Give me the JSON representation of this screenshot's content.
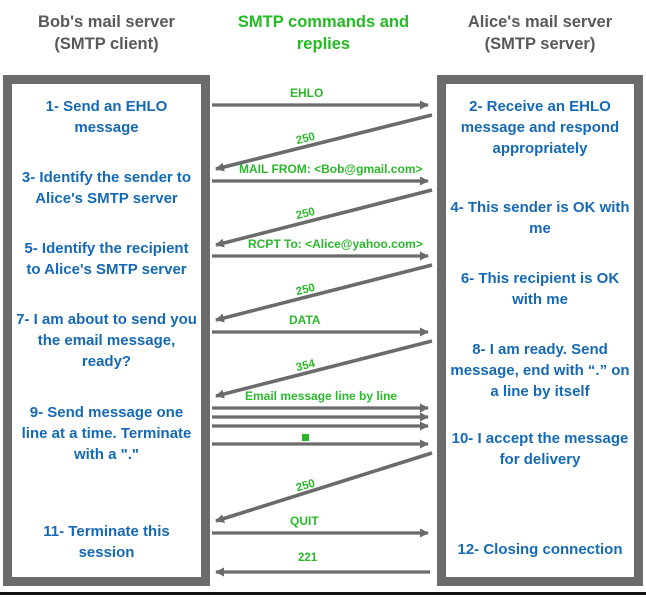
{
  "columns": {
    "left_title": "Bob's mail server\n(SMTP client)",
    "left_title_line1": "Bob's mail server",
    "left_title_line2": "(SMTP client)",
    "center_title_line1": "SMTP commands and",
    "center_title_line2": "replies",
    "right_title_line1": "Alice's mail server",
    "right_title_line2": "(SMTP server)"
  },
  "colors": {
    "blue_text": "#1569b5",
    "green_text": "#2cb82c",
    "gray_border": "#6b6b6b",
    "gray_arrow": "#6b6b6b",
    "title_gray": "#595959"
  },
  "client_steps": [
    {
      "id": "step-1",
      "text": "1- Send an EHLO message"
    },
    {
      "id": "step-3",
      "text": "3- Identify the sender to Alice's SMTP server"
    },
    {
      "id": "step-5",
      "text": "5- Identify\nthe recipient to Alice's SMTP server"
    },
    {
      "id": "step-7",
      "text": "7- I am about to send you the email message, ready?"
    },
    {
      "id": "step-9",
      "text": "9- Send message one line at a time. Terminate with a \".\""
    },
    {
      "id": "step-11",
      "text": "11- Terminate this session"
    }
  ],
  "server_steps": [
    {
      "id": "step-2",
      "text": "2- Receive an EHLO message and respond appropriately"
    },
    {
      "id": "step-4",
      "text": "4- This sender is OK with me"
    },
    {
      "id": "step-6",
      "text": "6- This recipient is OK with me"
    },
    {
      "id": "step-8",
      "text": "8-  I am ready. Send message, end with “.” on a line by itself"
    },
    {
      "id": "step-10",
      "text": "10-  I accept the message for delivery"
    },
    {
      "id": "step-12",
      "text": "12-  Closing connection"
    }
  ],
  "messages": [
    {
      "id": "msg-ehlo",
      "label": "EHLO",
      "direction": "client-to-server"
    },
    {
      "id": "reply-250-a",
      "label": "250",
      "direction": "server-to-client"
    },
    {
      "id": "msg-mailfrom",
      "label": "MAIL FROM: <Bob@gmail.com>",
      "direction": "client-to-server"
    },
    {
      "id": "reply-250-b",
      "label": "250",
      "direction": "server-to-client"
    },
    {
      "id": "msg-rcptto",
      "label": "RCPT To: <Alice@yahoo.com>",
      "direction": "client-to-server"
    },
    {
      "id": "reply-250-c",
      "label": "250",
      "direction": "server-to-client"
    },
    {
      "id": "msg-data",
      "label": "DATA",
      "direction": "client-to-server"
    },
    {
      "id": "reply-354",
      "label": "354",
      "direction": "server-to-client"
    },
    {
      "id": "msg-body",
      "label": "Email message line by line",
      "direction": "client-to-server"
    },
    {
      "id": "msg-body-2",
      "label": "",
      "direction": "client-to-server"
    },
    {
      "id": "msg-body-3",
      "label": "",
      "direction": "client-to-server"
    },
    {
      "id": "msg-terminator",
      "label": "■",
      "direction": "client-to-server"
    },
    {
      "id": "reply-250-d",
      "label": "250",
      "direction": "server-to-client"
    },
    {
      "id": "msg-quit",
      "label": "QUIT",
      "direction": "client-to-server"
    },
    {
      "id": "reply-221",
      "label": "221",
      "direction": "server-to-client"
    }
  ]
}
